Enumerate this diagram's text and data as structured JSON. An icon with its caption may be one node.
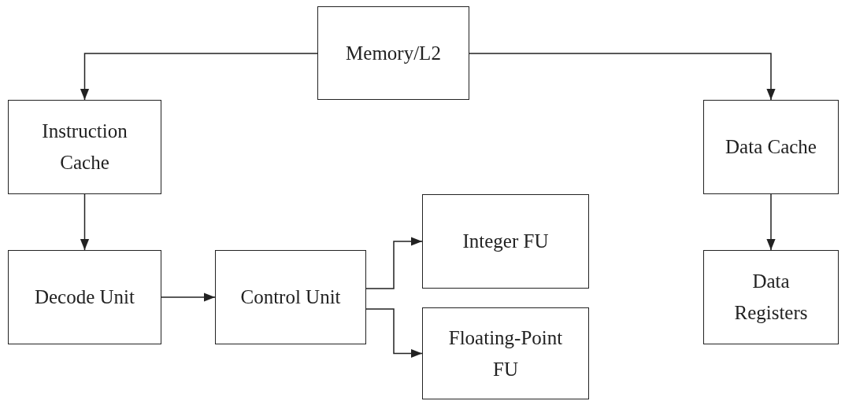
{
  "diagram": {
    "nodes": [
      {
        "text": [
          "Memory/L2"
        ]
      },
      {
        "text": [
          "Instruction Cache"
        ]
      },
      {
        "text": [
          "Data Cache"
        ]
      },
      {
        "text": [
          "Decode Unit"
        ]
      },
      {
        "text": [
          "Control Unit"
        ]
      },
      {
        "text": [
          "Integer FU"
        ]
      },
      {
        "text": [
          "Floating-Point FU"
        ]
      },
      {
        "text": [
          "Data Registers"
        ]
      }
    ],
    "edges": [
      {
        "from": 0,
        "to": 1,
        "arrow": "to"
      },
      {
        "from": 0,
        "to": 2,
        "arrow": "to"
      },
      {
        "from": 1,
        "to": 3,
        "arrow": "to"
      },
      {
        "from": 3,
        "to": 4,
        "arrow": "to"
      },
      {
        "from": 4,
        "to": 5,
        "arrow": "to"
      },
      {
        "from": 4,
        "to": 6,
        "arrow": "to"
      },
      {
        "from": 2,
        "to": 7,
        "arrow": "to"
      }
    ]
  }
}
